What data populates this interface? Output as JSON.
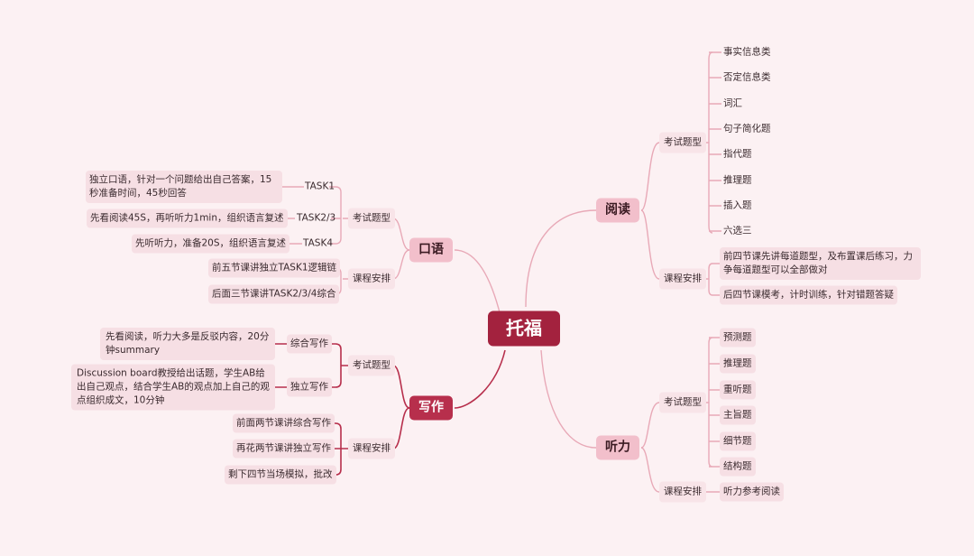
{
  "root": "托福",
  "reading": {
    "label": "阅读",
    "types_label": "考试题型",
    "types": [
      "事实信息类",
      "否定信息类",
      "词汇",
      "句子简化题",
      "指代题",
      "推理题",
      "插入题",
      "六选三"
    ],
    "course_label": "课程安排",
    "course": [
      "前四节课先讲每道题型，及布置课后练习，力争每道题型可以全部做对",
      "后四节课模考，计时训练，针对错题答疑"
    ]
  },
  "listening": {
    "label": "听力",
    "types_label": "考试题型",
    "types": [
      "预测题",
      "推理题",
      "重听题",
      "主旨题",
      "细节题",
      "结构题"
    ],
    "course_label": "课程安排",
    "course": [
      "听力参考阅读"
    ]
  },
  "speaking": {
    "label": "口语",
    "types_label": "考试题型",
    "tasks": [
      {
        "name": "TASK1",
        "desc": "独立口语，针对一个问题给出自己答案，15秒准备时间，45秒回答"
      },
      {
        "name": "TASK2/3",
        "desc": "先看阅读45S，再听听力1min，组织语言复述"
      },
      {
        "name": "TASK4",
        "desc": "先听听力，准备20S，组织语言复述"
      }
    ],
    "course_label": "课程安排",
    "course": [
      "前五节课讲独立TASK1逻辑链",
      "后面三节课讲TASK2/3/4综合"
    ]
  },
  "writing": {
    "label": "写作",
    "types_label": "考试题型",
    "tasks": [
      {
        "name": "综合写作",
        "desc": "先看阅读，听力大多是反驳内容，20分钟summary"
      },
      {
        "name": "独立写作",
        "desc": "Discussion board教授给出话题，学生AB给出自己观点，结合学生AB的观点加上自己的观点组织成文，10分钟"
      }
    ],
    "course_label": "课程安排",
    "course": [
      "前面两节课讲综合写作",
      "再花两节课讲独立写作",
      "剩下四节当场模拟，批改"
    ]
  },
  "colors": {
    "background": "#fcf1f3",
    "root": "#a3223e",
    "writing": "#b72f4c",
    "branch": "#f2bfcb"
  }
}
